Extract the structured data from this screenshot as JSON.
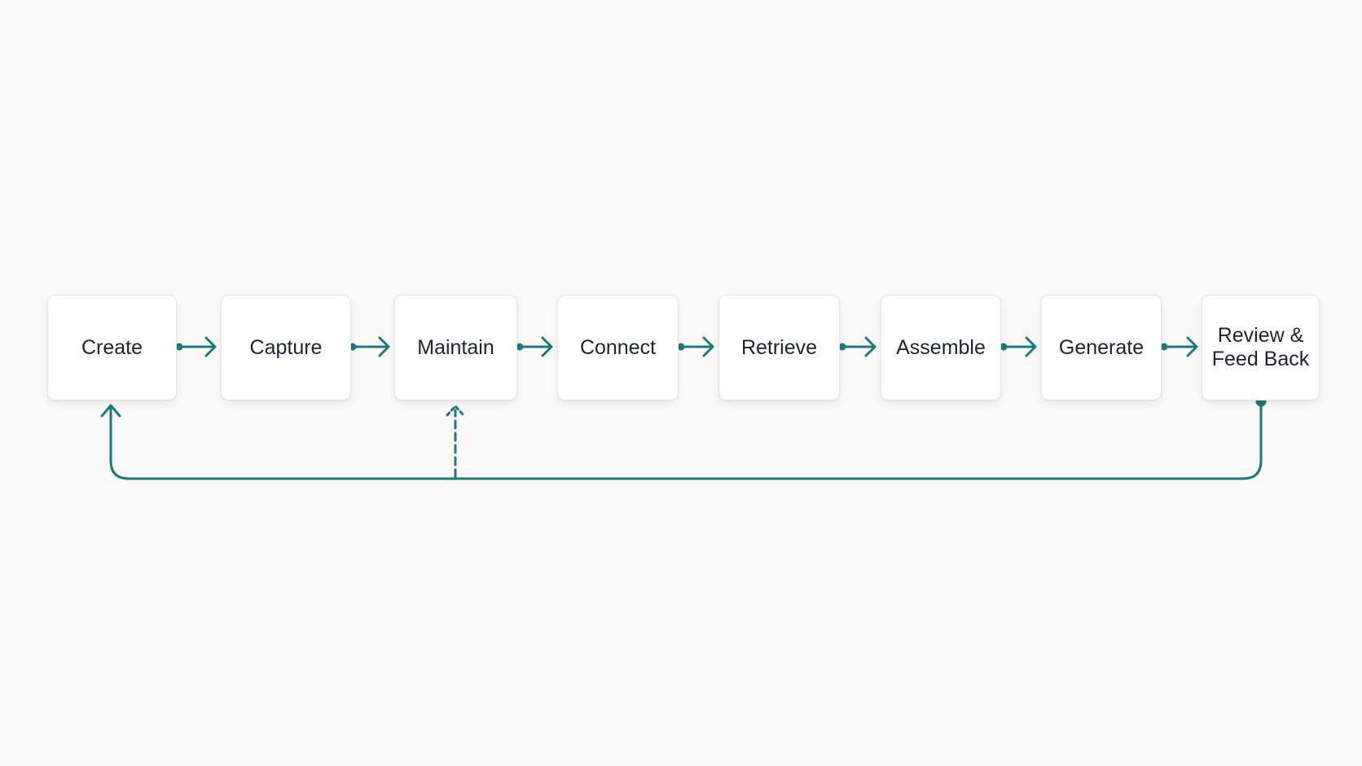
{
  "diagram": {
    "steps": [
      {
        "label": "Create"
      },
      {
        "label": "Capture"
      },
      {
        "label": "Maintain"
      },
      {
        "label": "Connect"
      },
      {
        "label": "Retrieve"
      },
      {
        "label": "Assemble"
      },
      {
        "label": "Generate"
      },
      {
        "label": "Review &\nFeed Back"
      }
    ],
    "flow": "sequential",
    "feedback": [
      {
        "from": "Review &\nFeed Back",
        "to": "Create",
        "style": "solid"
      },
      {
        "from": "Review &\nFeed Back",
        "to": "Maintain",
        "style": "dashed"
      }
    ],
    "colors": {
      "accent": "#1b7b7b",
      "node_fill": "#ffffff",
      "node_border": "#e6e6e6",
      "text": "#1c2433",
      "background": "#fbfaf9"
    }
  }
}
